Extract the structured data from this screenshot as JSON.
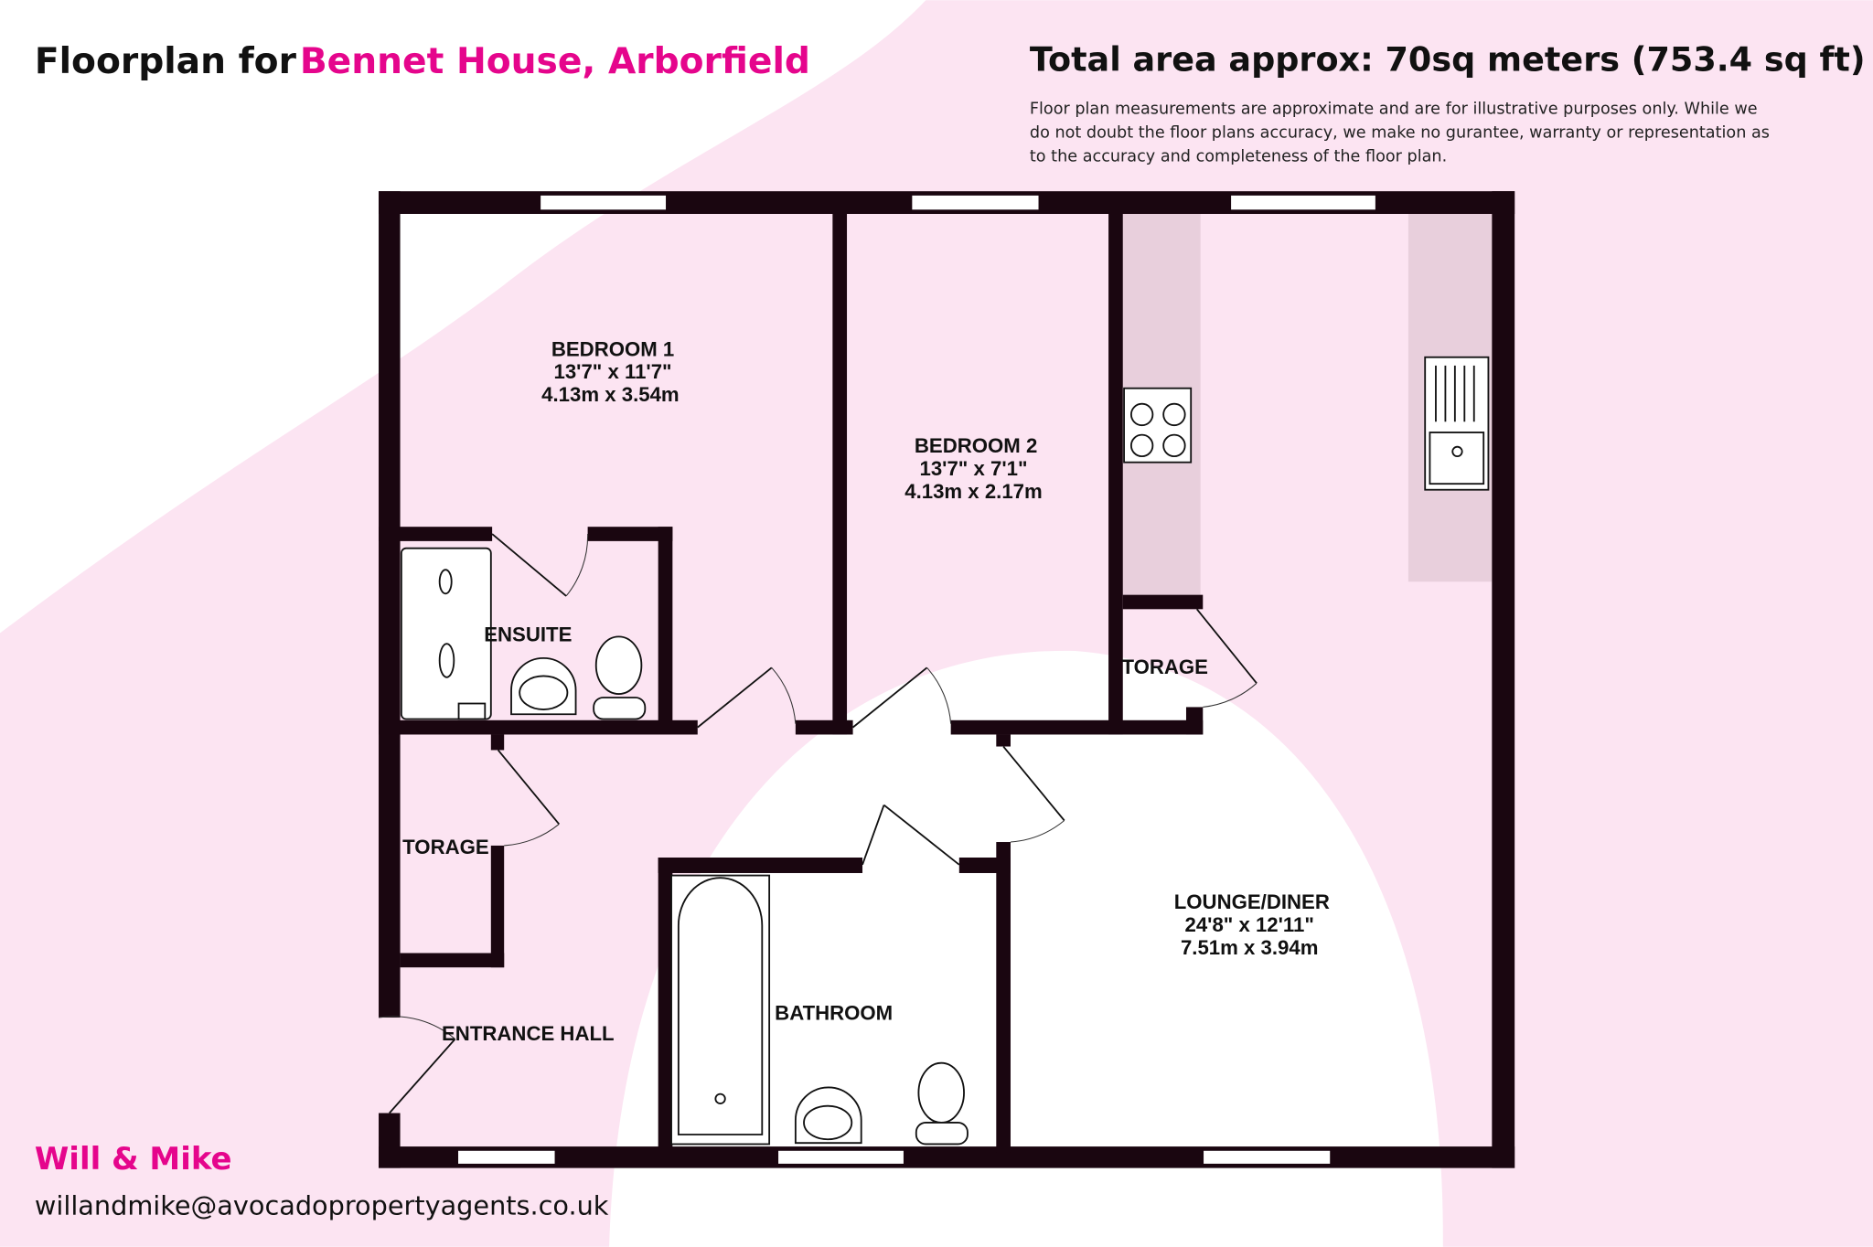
{
  "header": {
    "title_prefix": "Floorplan for",
    "property_name": "Bennet House, Arborfield",
    "total_area": "Total area approx: 70sq meters (753.4 sq ft)",
    "disclaimer_lines": [
      "Floor plan measurements are approximate and are for illustrative purposes only. While we",
      "do not doubt the floor plans accuracy, we make no gurantee, warranty or representation as",
      "to the accuracy and completeness of the floor plan."
    ]
  },
  "rooms": {
    "bedroom1": {
      "name": "BEDROOM 1",
      "imperial": "13'7\"  x 11'7\"",
      "metric": "4.13m  x 3.54m"
    },
    "bedroom2": {
      "name": "BEDROOM 2",
      "imperial": "13'7\"  x 7'1\"",
      "metric": "4.13m  x 2.17m"
    },
    "ensuite": {
      "name": "ENSUITE"
    },
    "storage_kitchen": {
      "name": "TORAGE"
    },
    "storage_hall": {
      "name": "TORAGE"
    },
    "entrance_hall": {
      "name": "ENTRANCE HALL"
    },
    "bathroom": {
      "name": "BATHROOM"
    },
    "lounge": {
      "name": "LOUNGE/DINER",
      "imperial": "24'8\"  x 12'11\"",
      "metric": "7.51m  x 3.94m"
    }
  },
  "footer": {
    "agent_name": "Will & Mike",
    "email": "willandmike@avocadopropertyagents.co.uk"
  },
  "colors": {
    "brand_pink": "#e5058c",
    "background_pink": "#fce4f2",
    "worktop": "#e8cfdc",
    "wall": "#1a0610"
  }
}
